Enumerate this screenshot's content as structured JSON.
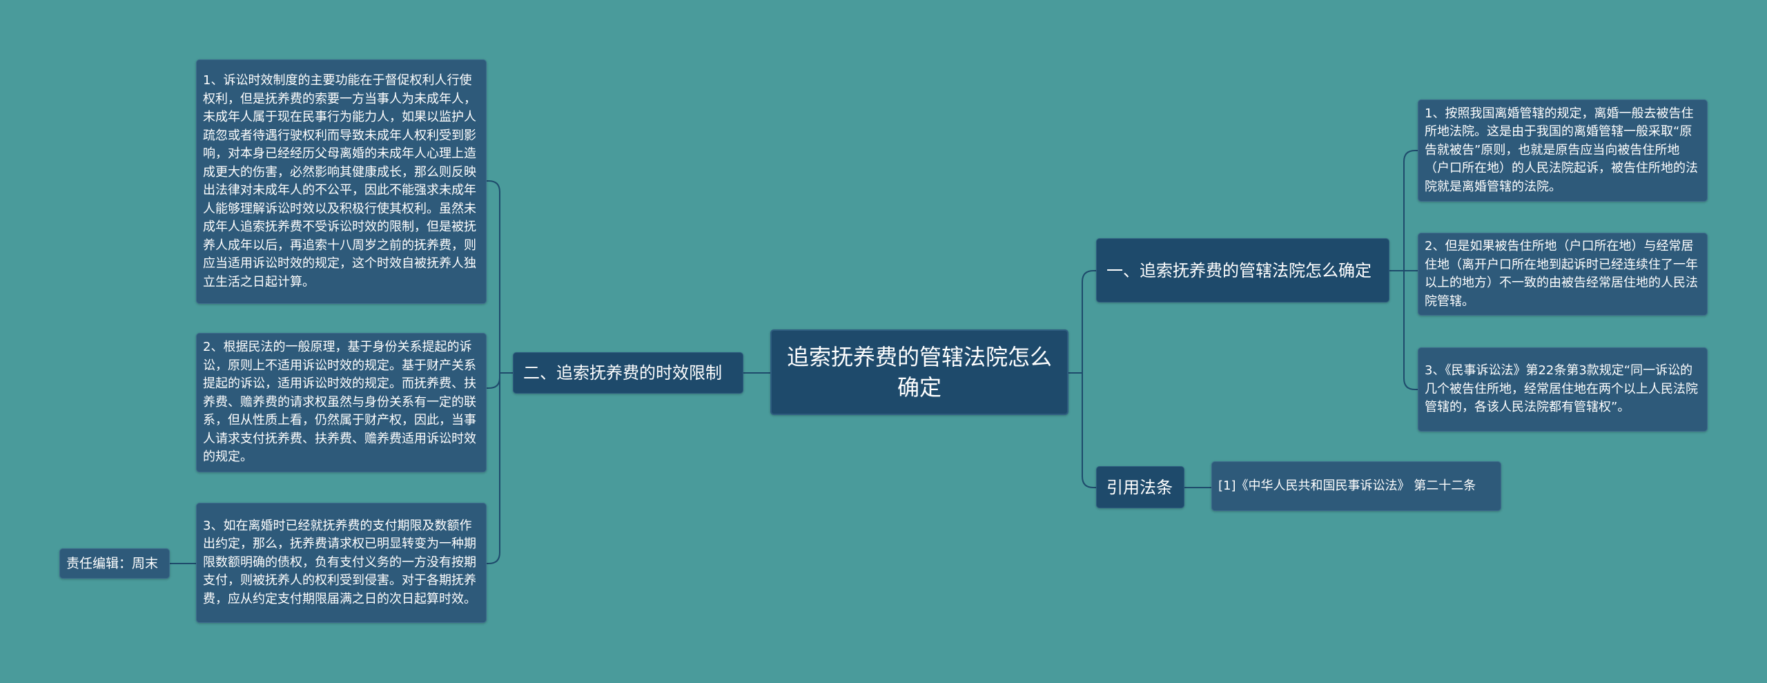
{
  "colors": {
    "background": "#4a9b9b",
    "node_dark": "#1e4a6b",
    "node_leaf": "#2e5a7a",
    "line": "#1e4a6b"
  },
  "center": {
    "title": "追索抚养费的管辖法院怎么确定"
  },
  "right": {
    "branch1": {
      "label": "一、追索抚养费的管辖法院怎么确定",
      "items": [
        "1、按照我国离婚管辖的规定，离婚一般去被告住所地法院。这是由于我国的离婚管辖一般采取“原告就被告”原则，也就是原告应当向被告住所地（户口所在地）的人民法院起诉，被告住所地的法院就是离婚管辖的法院。",
        "2、但是如果被告住所地（户口所在地）与经常居住地（离开户口所在地到起诉时已经连续住了一年以上的地方）不一致的由被告经常居住地的人民法院管辖。",
        "3、《民事诉讼法》第22条第3款规定“同一诉讼的几个被告住所地，经常居住地在两个以上人民法院管辖的，各该人民法院都有管辖权”。"
      ]
    },
    "branch2": {
      "label": "引用法条",
      "items": [
        "[1]《中华人民共和国民事诉讼法》 第二十二条"
      ]
    }
  },
  "left": {
    "branch1": {
      "label": "二、追索抚养费的时效限制",
      "items": [
        "1、诉讼时效制度的主要功能在于督促权利人行使权利，但是抚养费的索要一方当事人为未成年人，未成年人属于现在民事行为能力人，如果以监护人疏忽或者待遇行驶权利而导致未成年人权利受到影响，对本身已经经历父母离婚的未成年人心理上造成更大的伤害，必然影响其健康成长，那么则反映出法律对未成年人的不公平，因此不能强求未成年人能够理解诉讼时效以及积极行使其权利。虽然未成年人追索抚养费不受诉讼时效的限制，但是被抚养人成年以后，再追索十八周岁之前的抚养费，则应当适用诉讼时效的规定，这个时效自被抚养人独立生活之日起计算。",
        "2、根据民法的一般原理，基于身份关系提起的诉讼，原则上不适用诉讼时效的规定。基于财产关系提起的诉讼，适用诉讼时效的规定。而抚养费、扶养费、赡养费的请求权虽然与身份关系有一定的联系，但从性质上看，仍然属于财产权，因此，当事人请求支付抚养费、扶养费、赡养费适用诉讼时效的规定。",
        "3、如在离婚时已经就抚养费的支付期限及数额作出约定，那么，抚养费请求权已明显转变为一种期限数额明确的债权，负有支付义务的一方没有按期支付，则被抚养人的权利受到侵害。对于各期抚养费，应从约定支付期限届满之日的次日起算时效。"
      ]
    },
    "editor": "责任编辑：周末"
  }
}
